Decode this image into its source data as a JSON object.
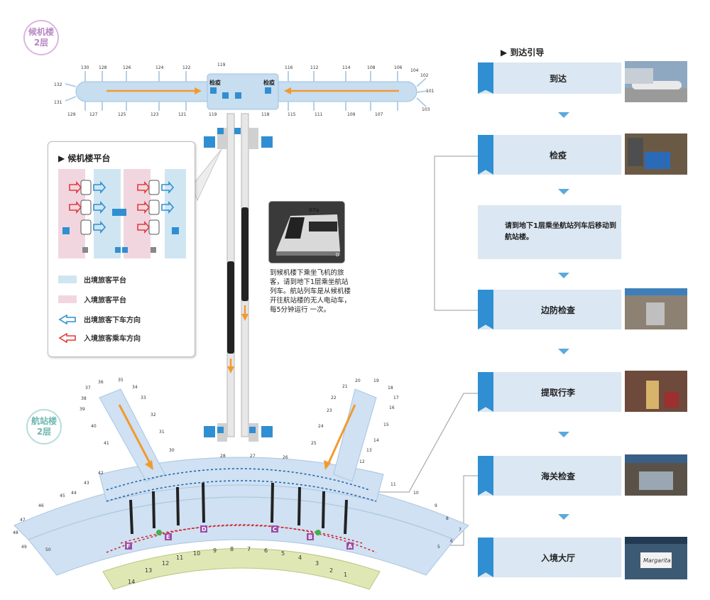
{
  "floors": {
    "concourse": {
      "line1": "候机楼",
      "line2": "2层"
    },
    "terminal": {
      "line1": "航站楼",
      "line2": "2层"
    }
  },
  "concourse_labels": {
    "left_quarantine": "检疫",
    "right_quarantine": "检疫"
  },
  "concourse_gates": {
    "top_left": [
      "130",
      "128",
      "126",
      "124",
      "122"
    ],
    "top_center": "119",
    "top_right": [
      "116",
      "112",
      "114",
      "108",
      "106",
      "104"
    ],
    "bottom_left": [
      "129",
      "127",
      "125",
      "123",
      "121"
    ],
    "bottom_center_left": "119",
    "bottom_center_right": "118",
    "bottom_right": [
      "115",
      "111",
      "109",
      "107"
    ],
    "left_end": [
      "132",
      "131"
    ],
    "right_end": [
      "102",
      "101",
      "103"
    ]
  },
  "terminal_gates": {
    "left_pier": [
      "37",
      "36",
      "35",
      "34",
      "38",
      "39",
      "33",
      "32",
      "40",
      "31",
      "41",
      "30"
    ],
    "right_pier": [
      "21",
      "20",
      "19",
      "18",
      "17",
      "22",
      "23",
      "16",
      "15",
      "24",
      "14",
      "25",
      "13",
      "12"
    ],
    "left_wing": [
      "42",
      "43",
      "44",
      "45",
      "46",
      "47",
      "48",
      "49",
      "50"
    ],
    "right_wing": [
      "11",
      "10",
      "9",
      "8",
      "7",
      "6",
      "5"
    ],
    "center": [
      "28",
      "26",
      "27"
    ]
  },
  "checkin_rows": [
    "F",
    "E",
    "D",
    "C",
    "B",
    "A"
  ],
  "checkin_letters_mid": [
    "E",
    "D",
    "C",
    "B"
  ],
  "checkin_letters_left": [
    "F"
  ],
  "checkin_letters_right": [
    "A"
  ],
  "info_letters": [
    "O",
    "O"
  ],
  "curb_numbers": [
    "14",
    "13",
    "12",
    "11",
    "10",
    "9",
    "8",
    "7",
    "6",
    "5",
    "4",
    "3",
    "2",
    "1"
  ],
  "legend": {
    "title": "候机楼平台",
    "items": [
      {
        "label": "出境旅客平台",
        "color": "#cfe5f2"
      },
      {
        "label": "入境旅客平台",
        "color": "#f2d6df"
      },
      {
        "label": "出境旅客下车方向",
        "color": "#2f8fd2"
      },
      {
        "label": "入境旅客乘车方向",
        "color": "#e23b3b"
      }
    ]
  },
  "train_photo": {
    "number": "07a",
    "caption_icon": "D"
  },
  "train_note": "到候机楼下乘坐飞机的旅客，请到地下1层乘坐航站列车。航站列车是从候机楼开往航站楼的无人电动车，每5分钟运行 一次。",
  "guide": {
    "title": "到达引导",
    "steps": [
      {
        "label": "到达"
      },
      {
        "label": "检疫"
      },
      {
        "label": "请到地下1层乘坐航站列车后移动到航站楼。"
      },
      {
        "label": "边防检查"
      },
      {
        "label": "提取行李"
      },
      {
        "label": "海关检查"
      },
      {
        "label": "入境大厅"
      }
    ],
    "sign_text": "Margarita"
  },
  "colors": {
    "accent": "#2f8fd2",
    "step_bg": "#dbe7f2",
    "terminal_fill": "#cfe1f2",
    "arrow_orange": "#f29a2e",
    "curb": "#dfe8b5"
  }
}
